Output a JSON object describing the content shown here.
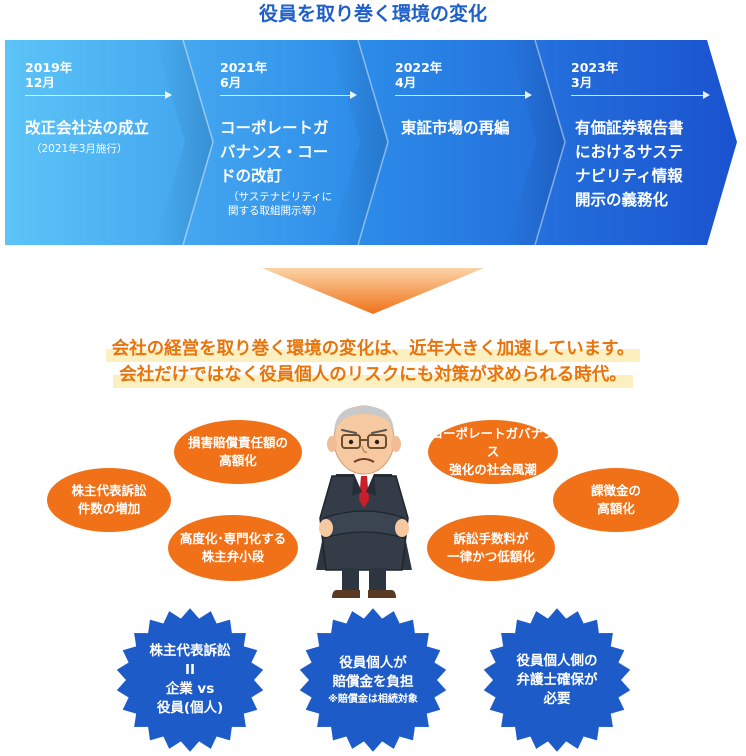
{
  "title": "役員を取り巻く環境の変化",
  "timeline": [
    {
      "year": "2019年",
      "month": "12月",
      "event": "改正会社法の成立",
      "note": "（2021年3月施行）"
    },
    {
      "year": "2021年",
      "month": "6月",
      "event": "コーポレートガ\nバナンス・コー\nドの改訂",
      "note": "（サステナビリティに\n関する取組開示等）"
    },
    {
      "year": "2022年",
      "month": "4月",
      "event": "東証市場の再編",
      "note": ""
    },
    {
      "year": "2023年",
      "month": "3月",
      "event": "有価証券報告書\nにおけるサステ\nナビリティ情報\n開示の義務化",
      "note": ""
    }
  ],
  "message": {
    "line1": "会社の経営を取り巻く環境の変化は、近年大きく加速しています。",
    "line2": "会社だけではなく役員個人のリスクにも対策が求められる時代。"
  },
  "factors": [
    "株主代表訴訟\n件数の増加",
    "損害賠償責任額の\n高額化",
    "高度化･専門化する\n株主弁小段",
    "コーポレートガバナンス\n強化の社会風潮",
    "課徴金の\n高額化",
    "訴訟手数料が\n一律かつ低額化"
  ],
  "consequences": [
    {
      "lines": [
        "株主代表訴訟",
        "II",
        "企業 vs",
        "役員(個人)"
      ],
      "note": ""
    },
    {
      "lines": [
        "役員個人が",
        "賠償金を負担"
      ],
      "note": "※賠償金は相続対象"
    },
    {
      "lines": [
        "役員個人側の",
        "弁護士確保が",
        "必要"
      ],
      "note": ""
    }
  ],
  "colors": {
    "title_blue": "#1f5fc9",
    "timeline_start": "#5cc4f7",
    "timeline_end": "#1a52cf",
    "accent_orange": "#f07118",
    "message_orange": "#e8740c",
    "highlight_yellow": "#fdf0c0",
    "burst_blue": "#1d5cc8"
  }
}
